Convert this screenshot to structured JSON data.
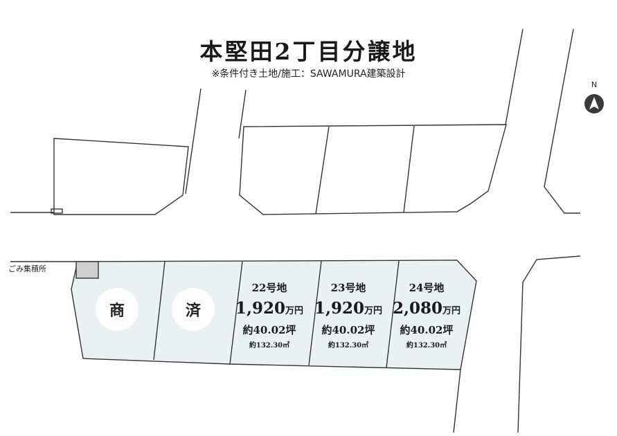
{
  "title": "本堅田2丁目分譲地",
  "subtitle": "※条件付き土地/施工：SAWAMURA建築設計",
  "north_label": "N",
  "gomi_label": "ごみ集積所",
  "badges": [
    "商",
    "済"
  ],
  "lots": [
    {
      "number": "22号地",
      "price": "1,920",
      "unit": "万円",
      "tsubo": "約40.02坪",
      "sqm": "約132.30㎡"
    },
    {
      "number": "23号地",
      "price": "1,920",
      "unit": "万円",
      "tsubo": "約40.02坪",
      "sqm": "約132.30㎡"
    },
    {
      "number": "24号地",
      "price": "2,080",
      "unit": "万円",
      "tsubo": "約40.02坪",
      "sqm": "約132.30㎡"
    }
  ],
  "colors": {
    "lot_fill": "#e9f1f2",
    "line": "#333333",
    "gomi_fill": "#cfcfcf",
    "compass": "#3a3a3a"
  },
  "icons": [
    "north-arrow-icon"
  ]
}
